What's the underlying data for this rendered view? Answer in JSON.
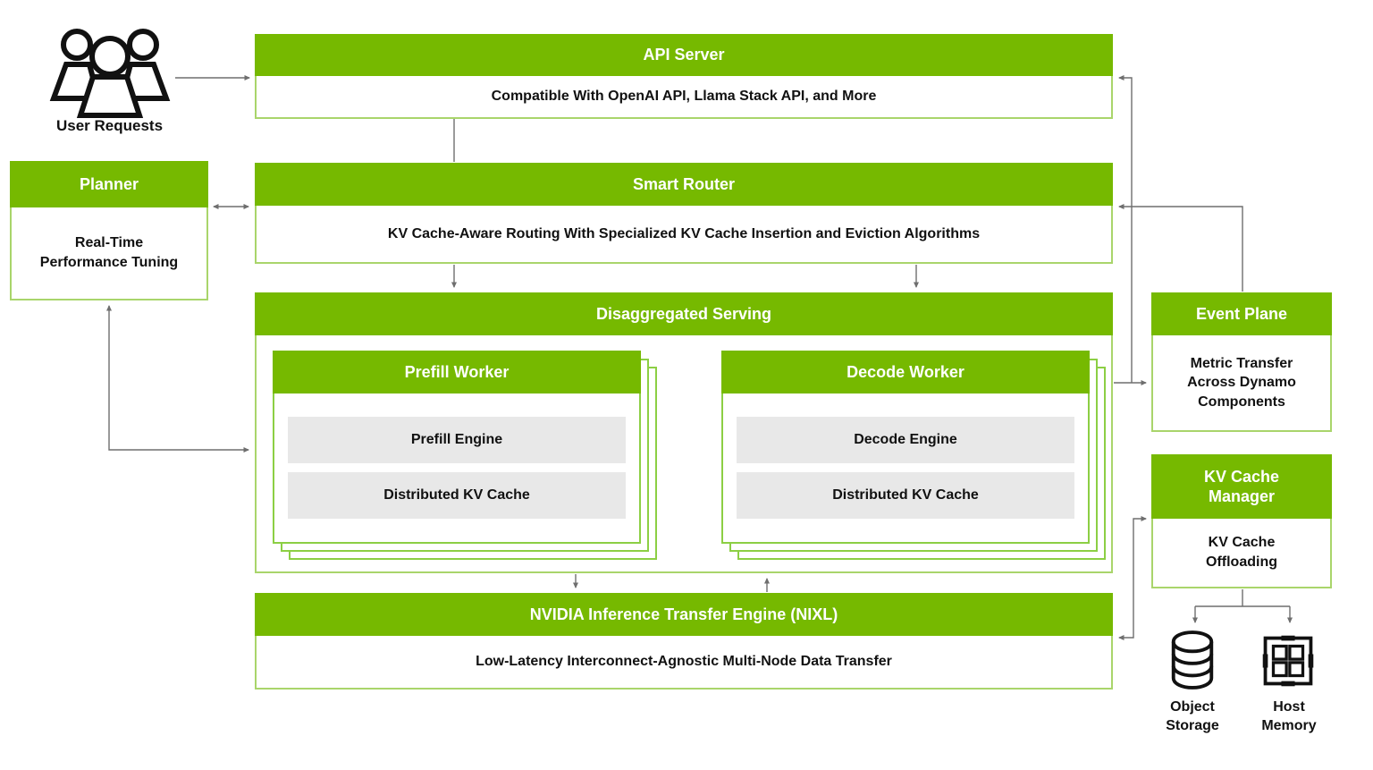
{
  "palette": {
    "nvidia_green": "#76b900",
    "light_green_border": "#a9d56b",
    "stack_outline_green": "#8ccf44",
    "gray_box": "#e8e8e8",
    "arrow_gray": "#6e6e6e",
    "text_color": "#111111"
  },
  "nodes": {
    "user_requests": {
      "label": "User Requests"
    },
    "api_server": {
      "title": "API Server",
      "body": "Compatible With OpenAI API, Llama Stack API, and More"
    },
    "planner": {
      "title": "Planner",
      "body": "Real-Time Performance Tuning"
    },
    "smart_router": {
      "title": "Smart Router",
      "body": "KV Cache-Aware Routing With Specialized KV Cache Insertion and Eviction Algorithms"
    },
    "disaggregated_serving": {
      "title": "Disaggregated Serving"
    },
    "prefill_worker": {
      "title": "Prefill Worker",
      "items": [
        "Prefill Engine",
        "Distributed KV Cache"
      ]
    },
    "decode_worker": {
      "title": "Decode Worker",
      "items": [
        "Decode Engine",
        "Distributed KV Cache"
      ]
    },
    "event_plane": {
      "title": "Event Plane",
      "body": "Metric Transfer Across Dynamo Components"
    },
    "kv_cache_manager": {
      "title": "KV Cache Manager",
      "body": "KV Cache Offloading"
    },
    "nixl": {
      "title": "NVIDIA Inference Transfer Engine (NIXL)",
      "body": "Low-Latency Interconnect-Agnostic Multi-Node Data Transfer"
    },
    "object_storage": {
      "label": "Object Storage"
    },
    "host_memory": {
      "label": "Host Memory"
    }
  }
}
